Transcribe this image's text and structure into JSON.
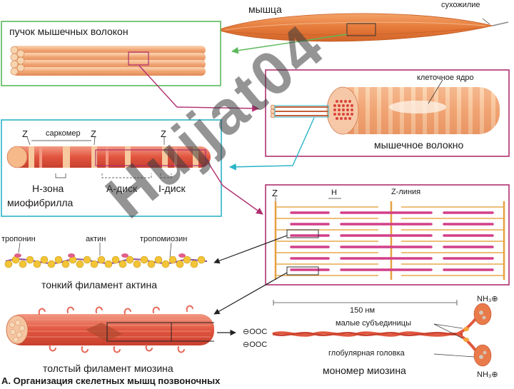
{
  "labels": {
    "muscle": "мышца",
    "tendon": "сухожилие",
    "fiber_bundle": "пучок мышечных волокон",
    "cell_nucleus": "клеточное ядро",
    "muscle_fiber": "мышечное волокно",
    "sarcomere": "саркомер",
    "z": "Z",
    "h_zone": "Н-зона",
    "a_disk": "А-диск",
    "i_disk": "I-диск",
    "myofibril": "миофибрилла",
    "sarcomere_h": "H",
    "z_line": "Z-линия",
    "troponin": "тропонин",
    "actin": "актин",
    "tropomyosin": "тропомиозин",
    "thin_filament": "тонкий филамент актина",
    "thick_filament": "толстый филамент миозина",
    "scale": "150 нм",
    "small_subunits": "малые субъединицы",
    "globular_head": "глобулярная головка",
    "myosin_monomer": "мономер миозина",
    "ooc1": "⊖OOC",
    "ooc2": "⊖OOC",
    "nh3_top": "NH₃⊕",
    "nh3_bottom": "NH₃⊕",
    "caption": "А. Организация скелетных мышц позвоночных"
  },
  "watermark": "Hujjat04",
  "colors": {
    "green_frame": "#5cb85c",
    "magenta_frame": "#b0306f",
    "cyan_frame": "#2bb3c7",
    "muscle": "#e8894a",
    "fiber": "#f0a878",
    "stripe_red": "#d9433a",
    "stripe_light": "#f6c89a",
    "actin_yellow": "#f2c436",
    "myosin_red": "#e0583f"
  }
}
